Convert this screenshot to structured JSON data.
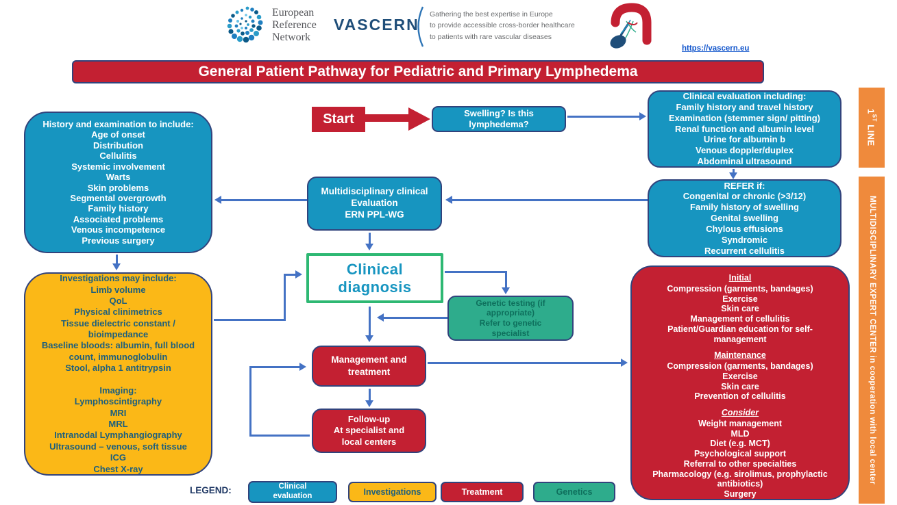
{
  "header": {
    "ern_logo": "ern-dots-spiral-logo",
    "ern_text": "European\nReference\nNetwork",
    "org_name": "VASCERN",
    "tagline": "Gathering the best expertise in Europe\nto provide accessible cross-border healthcare\nto patients with rare vascular diseases",
    "aorta_logo": "aorta-vessels-logo",
    "link": "https://vascern.eu"
  },
  "title": "General Patient Pathway for Pediatric and Primary Lymphedema",
  "side_tabs": {
    "first_line_num": "1",
    "first_line_sup": "ST",
    "first_line_rest": " LINE",
    "expert_center": "MULTIDISCIPLINARY EXPERT CENTER in cooperation with local center"
  },
  "boxes": {
    "start": "Start",
    "swelling": "Swelling? Is this\nlymphedema?",
    "clinical_evaluation": "Clinical evaluation including:\nFamily history and travel history\nExamination (stemmer sign/ pitting)\nRenal function and albumin level\nUrine for albumin b\nVenous doppler/duplex\nAbdominal ultrasound",
    "refer": "REFER if:\nCongenital or chronic (>3/12)\nFamily history of swelling\nGenital swelling\nChylous effusions\nSyndromic\nRecurrent cellulitis",
    "history": "History and examination to include:\nAge of onset\nDistribution\nCellulitis\nSystemic involvement\nWarts\nSkin problems\nSegmental overgrowth\nFamily history\nAssociated problems\nVenous incompetence\nPrevious surgery",
    "investigations": "Investigations may include:\nLimb volume\nQoL\nPhysical clinimetrics\nTissue dielectric constant /\nbioimpedance\nBaseline bloods: albumin, full blood\ncount, immunoglobulin\nStool, alpha 1 antitrypsin\n\nImaging:\nLymphoscintigraphy\nMRI\nMRL\nIntranodal Lymphangiography\nUltrasound – venous, soft tissue\nICG\nChest X-ray",
    "multidisciplinary": "Multidisciplinary clinical\nEvaluation\nERN PPL-WG",
    "clinical_diagnosis": "Clinical diagnosis",
    "genetic_testing": "Genetic testing (if\nappropriate)\nRefer to genetic\nspecialist",
    "management": "Management and\ntreatment",
    "followup": "Follow-up\nAt specialist and\nlocal centers"
  },
  "treatment_detail": {
    "sections": [
      {
        "heading": "Initial",
        "body": "Compression (garments, bandages)\nExercise\nSkin care\nManagement of cellulitis\nPatient/Guardian education for self-\nmanagement"
      },
      {
        "heading": "Maintenance",
        "body": "Compression (garments, bandages)\nExercise\nSkin care\nPrevention of cellulitis"
      },
      {
        "heading": "Consider",
        "body": "Weight management\nMLD\nDiet (e.g. MCT)\nPsychological support\nReferral to other specialties\nPharmacology  (e.g. sirolimus, prophylactic\nantibiotics)\nSurgery"
      }
    ]
  },
  "legend": {
    "label": "LEGEND:",
    "items": [
      {
        "label": "Clinical\nevaluation",
        "color": "#1795c0"
      },
      {
        "label": "Investigations",
        "color": "#fbb817"
      },
      {
        "label": "Treatment",
        "color": "#c32032"
      },
      {
        "label": "Genetics",
        "color": "#2eac8c"
      }
    ]
  },
  "colors": {
    "clinical_blue": "#1795c0",
    "investigations_yellow": "#fbb817",
    "treatment_red": "#c32032",
    "genetics_green": "#2eac8c",
    "tab_orange": "#ef8a3c",
    "arrow_blue": "#4472c4",
    "border_navy": "#31437c",
    "diagnosis_border_green": "#2eb873",
    "vascern_navy": "#1f4e79"
  }
}
